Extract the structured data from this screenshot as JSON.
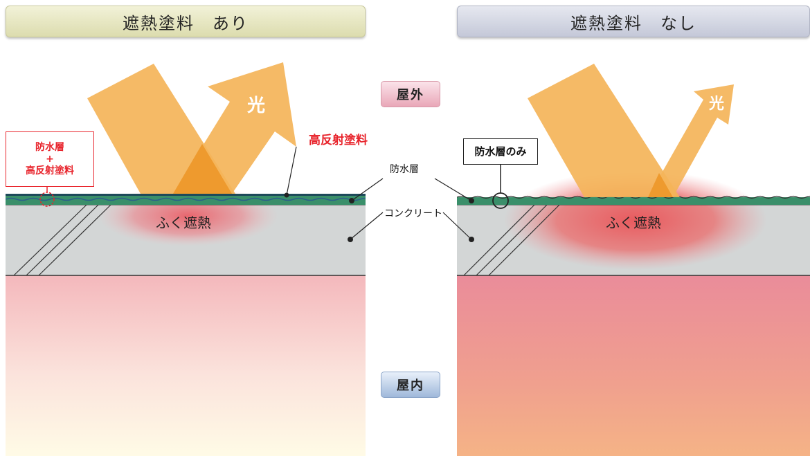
{
  "left": {
    "title": "遮熱塗料　あり",
    "light": "光",
    "coating_label": "高反射塗料",
    "callout": {
      "line1": "防水層",
      "line2": "+",
      "line3": "高反射塗料"
    },
    "heat": "ふく遮熱"
  },
  "right": {
    "title": "遮熱塗料　なし",
    "light": "光",
    "callout": "防水層のみ",
    "heat": "ふく遮熱"
  },
  "center": {
    "outside": "屋外",
    "inside": "屋内",
    "waterproof": "防水層",
    "concrete": "コンクリート"
  },
  "colors": {
    "light_arrow": "#f4b459",
    "light_overlap": "#ee9a2e",
    "waterproof_layer": "#3a8f6a",
    "concrete": "#d3d6d6",
    "heat_spot": "#ea6068",
    "highlight_red": "#e8242c"
  }
}
